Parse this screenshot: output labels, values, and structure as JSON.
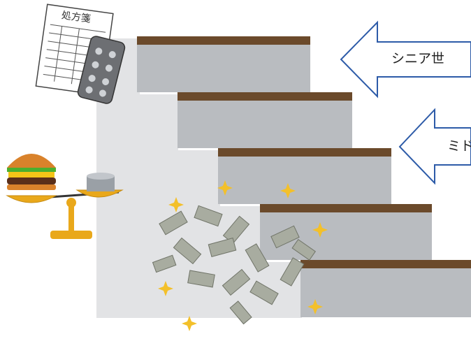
{
  "arrows": [
    {
      "label": "シニア世"
    },
    {
      "label": "ミド"
    }
  ],
  "prescription": {
    "title": "処方箋"
  },
  "colors": {
    "stair_top": "#6b4a2b",
    "stair_face": "#b9bcc0",
    "wall": "#e2e3e5",
    "arrow_stroke": "#2d5ba8",
    "money": "#a8aca0",
    "sparkle": "#f3c02a",
    "scale_gold": "#e9a81b"
  },
  "icons": [
    "prescription-icon",
    "pill-pack-icon",
    "hamburger-icon",
    "coin-stack-icon",
    "balance-scale-icon",
    "banknote-icon",
    "sparkle-icon"
  ]
}
